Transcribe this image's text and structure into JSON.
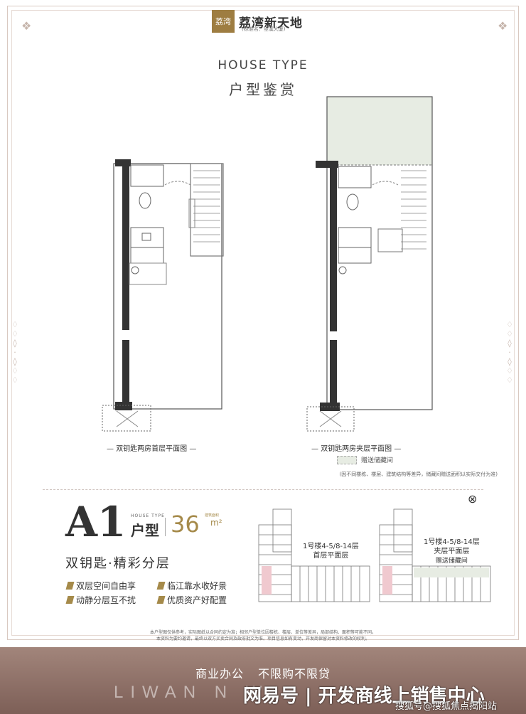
{
  "header": {
    "logo_mark": "荔湾",
    "logo_text": "荔湾新天地",
    "logo_tag": "(标准名：箜溪大厦)",
    "title_en": "HOUSE TYPE",
    "title_cn": "户型鉴赏"
  },
  "plans": {
    "left_caption": "双钥匙两房首层平面图",
    "right_caption": "双钥匙两房夹层平面图",
    "legend": "赠送储藏间",
    "note": "(因不同楼栋、楼层、建筑结构等差异，储藏间赠送面积以实际交付为准)"
  },
  "unit": {
    "code": "A1",
    "house_type_small": "HOUSE TYPE",
    "house_type_cn": "户型",
    "area_value": "36",
    "area_unit": "m²",
    "area_tags": "建筑面积",
    "slogan": "双钥匙·精彩分层",
    "features": [
      "双层空间自由享",
      "临江靠水收好景",
      "动静分层互不扰",
      "优质资产好配置"
    ]
  },
  "mini_plans": {
    "left_title_1": "1号楼4-5/8-14层",
    "left_title_2": "首层平面层",
    "right_title_1": "1号楼4-5/8-14层",
    "right_title_2": "夹层平面层",
    "right_legend": "赠送储藏间"
  },
  "footer": {
    "disclaimer_1": "本户型图仅供参考，实际图纸以合同约定为准；相邻户型单位因楼栋、楼层、单位等差异，局部结构、面积等可能不同。",
    "disclaimer_2": "本资料为要约邀请，最终以双方买卖合同及政府批文为准。项目信息如有变动，开发商保留对本资料修改的权利。",
    "band_item_1": "商业办公",
    "band_item_2": "不限购不限贷",
    "band_big": "LIWAN N W",
    "watermark_1": "网易号 | 开发商线上销售中心",
    "watermark_2": "搜狐号@搜狐焦点揭阳站"
  },
  "colors": {
    "gold": "#a58a4a",
    "band": "#8f7068",
    "wall": "#333333",
    "storage_fill": "#e7ece3"
  }
}
